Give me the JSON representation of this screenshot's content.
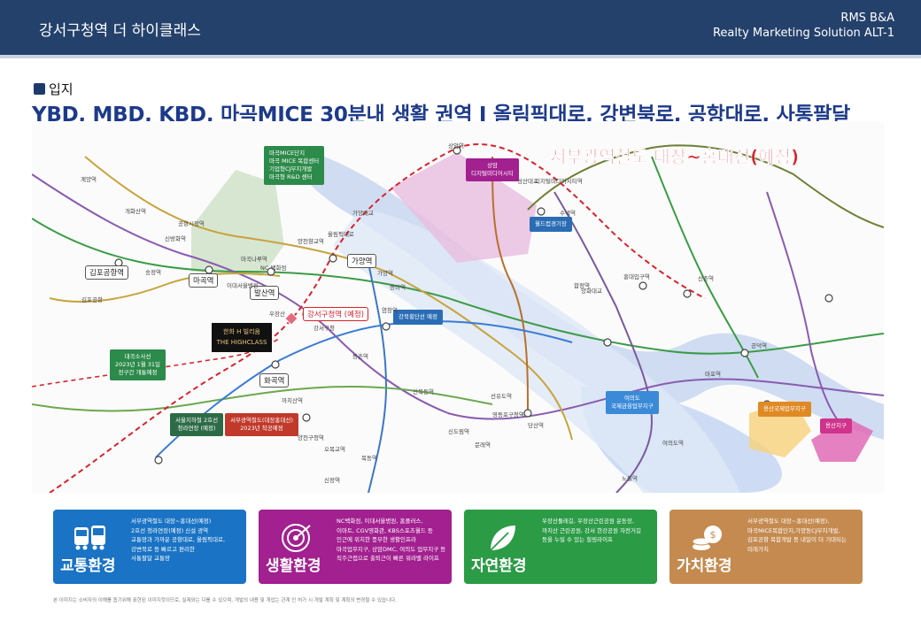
{
  "header": {
    "title": "강서구청역 더 하이클래스",
    "company": "RMS B&A",
    "subtitle": "Realty Marketing Solution ALT-1"
  },
  "section": {
    "label": "입지"
  },
  "headline": "YBD, MBD, KBD, 마곡MICE 30분내 생활 권역 I 올림픽대로, 강변북로, 공항대로, 사통팔달",
  "map": {
    "banner": "서부광역철도 대장~홍대선(예정)",
    "site_label_line1": "한화 H 빌리움",
    "site_label_line2": "THE HIGHCLASS",
    "stations": {
      "gimpo_airport": "김포공항역",
      "magok": "마곡역",
      "balsan": "발산역",
      "hwagok": "화곡역",
      "gayang": "가양역",
      "gangseo_office": "강서구청역 (예정)"
    },
    "callouts": {
      "magok_mice": "마곡MICE단지\n마곡 MICE 복합센터\n기업형CJ부지개발\n마곡형 R&D 센터",
      "sangam": "상암\n디지털미디어시티",
      "west_bridge": "월드컵경기장",
      "gangbuk_expressway": "강북횡단선 예정",
      "daegok_sosa": "대곡소사선\n2023년 1월 31일\n전구간 개통예정",
      "line2_extension": "서울지하철 2호선\n청라연장 (예정)",
      "western_rail": "서부광역철도(대장홍대선)\n2023년 착공예정",
      "yeouido": "여의도\n국제금융업무지구",
      "yongsan_intl": "용산국제업무지구",
      "yongsan_district": "용산지구"
    },
    "place_labels": [
      "계양역",
      "개화산역",
      "신방화역",
      "공항시장역",
      "송정역",
      "김포공항",
      "NC 백화점",
      "이대서울병원",
      "우장산",
      "강서구청",
      "가양대교",
      "올림픽대로",
      "성산대교",
      "양화대교",
      "선유도역",
      "당산역",
      "영등포구청역",
      "여의도역",
      "노들역",
      "마포역",
      "공덕역",
      "신촌역",
      "홍대입구역",
      "합정역",
      "디지털미디어시티역",
      "상암역",
      "수색역",
      "신도림역",
      "문래역",
      "목동역",
      "오목교역",
      "양천구청역",
      "신정역",
      "까치산역",
      "등촌역",
      "염창역",
      "증미역",
      "가양역",
      "양천향교역",
      "마곡나루역",
      "신목동역"
    ]
  },
  "cards": [
    {
      "title": "교통환경",
      "color": "#1a73c4",
      "text": "서부광역철도 대장~홍대선(예정)\n2호선 청라연장(예정) 신설 광역\n교통망과 가까운 공항대로, 올림픽대로,\n강변북로 등 빠르고 편리한\n사통팔달 교통망"
    },
    {
      "title": "생활환경",
      "color": "#a2208f",
      "text": "NC백화점, 이대서울병원, 홈플러스,\n이마트, CGV영화관, KBS스포츠월드 등\n인근에 위치한 풍부한 생활인프라\n마곡업무지구, 상암DMC, 여의도 업무지구 등\n직주근접으로 출퇴근이 빠른 워라밸 라이프"
    },
    {
      "title": "자연환경",
      "color": "#2b9b46",
      "text": "우장산둘레길, 우장산근린공원 운동장,\n까치산 근린공원, 강서 한강공원 자전거길\n등을 누릴 수 있는 힐링라이프"
    },
    {
      "title": "가치환경",
      "color": "#c48a4f",
      "text": "서부광역철도 대장~홍대선(예정),\n마곡MICE복합단지,가양동CJ부지개발,\n김포공항 복합개발 등 내일이 더 기대되는\n미래가치"
    }
  ],
  "footnote": "본 이미지는 소비자의 이해를 돕기위해 표현된 이미지컷이므로, 실제와는 다를 수 있으며, 개발의 내용 및 개업는 관계 인 허가 시 개발 계획 및 계획의 변경될 수 있습니다."
}
